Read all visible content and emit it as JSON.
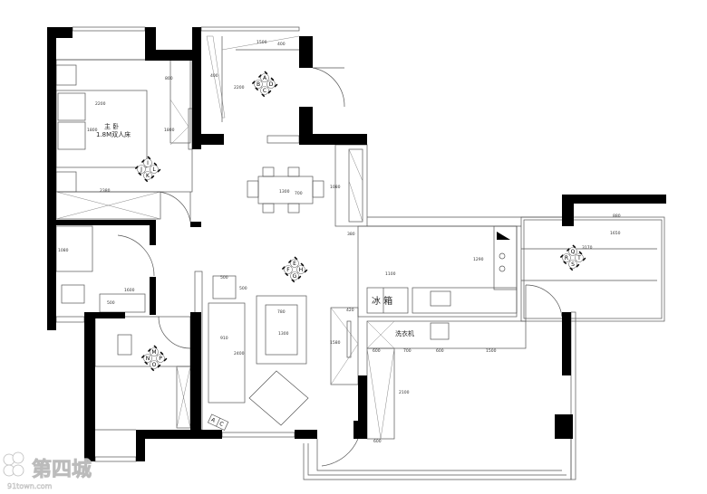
{
  "rooms": {
    "master_bedroom": "主 卧",
    "bed": "1.8M双人床",
    "fridge": "冰  箱",
    "washer": "洗衣机"
  },
  "dimensions": {
    "d1500a": "1500",
    "d400a": "400",
    "d400b": "400",
    "d2200a": "2200",
    "d800": "800",
    "d2200b": "2200",
    "d1800a": "1800",
    "d1800b": "1800",
    "d2380": "2380",
    "d1300a": "1300",
    "d700a": "700",
    "d1080a": "1080",
    "d380": "380",
    "d1290": "1290",
    "d1100": "1100",
    "d500a": "500",
    "d500b": "500",
    "d1600": "1600",
    "d500c": "500",
    "d420": "420",
    "d780": "780",
    "d1300b": "1300",
    "d910": "910",
    "d2400": "2400",
    "d1580": "1580",
    "d2100": "2100",
    "d600a": "600",
    "d700b": "700",
    "d600b": "600",
    "d1500b": "1500",
    "d600c": "600",
    "d1650": "1650",
    "d880": "880",
    "d3170": "3170",
    "d1080b": "1080"
  },
  "compasses": [
    {
      "n": "A",
      "w": "B",
      "e": "D",
      "s": "C"
    },
    {
      "n": "I",
      "w": "J",
      "e": "L",
      "s": "K"
    },
    {
      "n": "E",
      "w": "F",
      "e": "H",
      "s": "G"
    },
    {
      "n": "M",
      "w": "N",
      "e": "P",
      "s": "O"
    },
    {
      "n": "Q",
      "w": "R",
      "e": "T",
      "s": "S"
    }
  ],
  "markers": {
    "a": "A",
    "c": "C"
  },
  "watermark": {
    "brand": "第四城",
    "site": "91town.com"
  }
}
